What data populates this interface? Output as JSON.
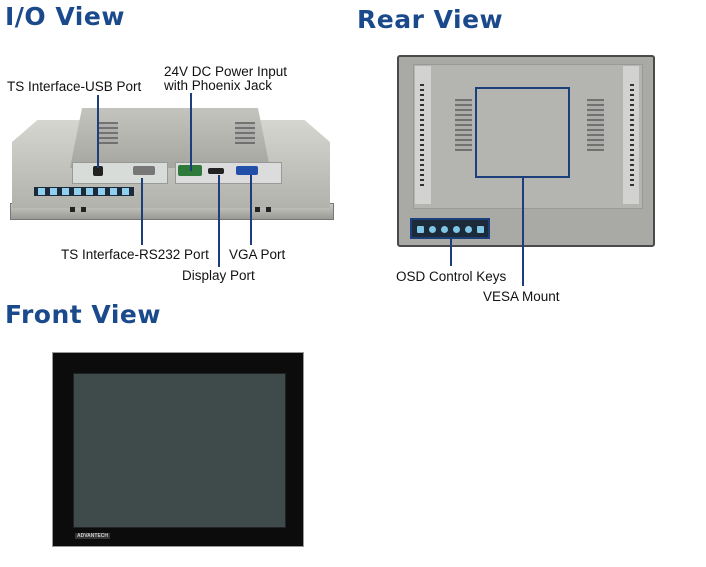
{
  "sections": {
    "io_view": {
      "title": "I/O View",
      "labels": {
        "usb": "TS Interface-USB Port",
        "power_line1": "24V DC Power Input",
        "power_line2": "with Phoenix Jack",
        "rs232": "TS Interface-RS232 Port",
        "display_port": "Display Port",
        "vga": "VGA Port"
      }
    },
    "rear_view": {
      "title": "Rear View",
      "labels": {
        "osd": "OSD Control Keys",
        "vesa": "VESA Mount"
      }
    },
    "front_view": {
      "title": "Front View",
      "brand": "ADVANTECH"
    }
  },
  "colors": {
    "title": "#1b4a8c",
    "callout": "#1b3f7a"
  }
}
